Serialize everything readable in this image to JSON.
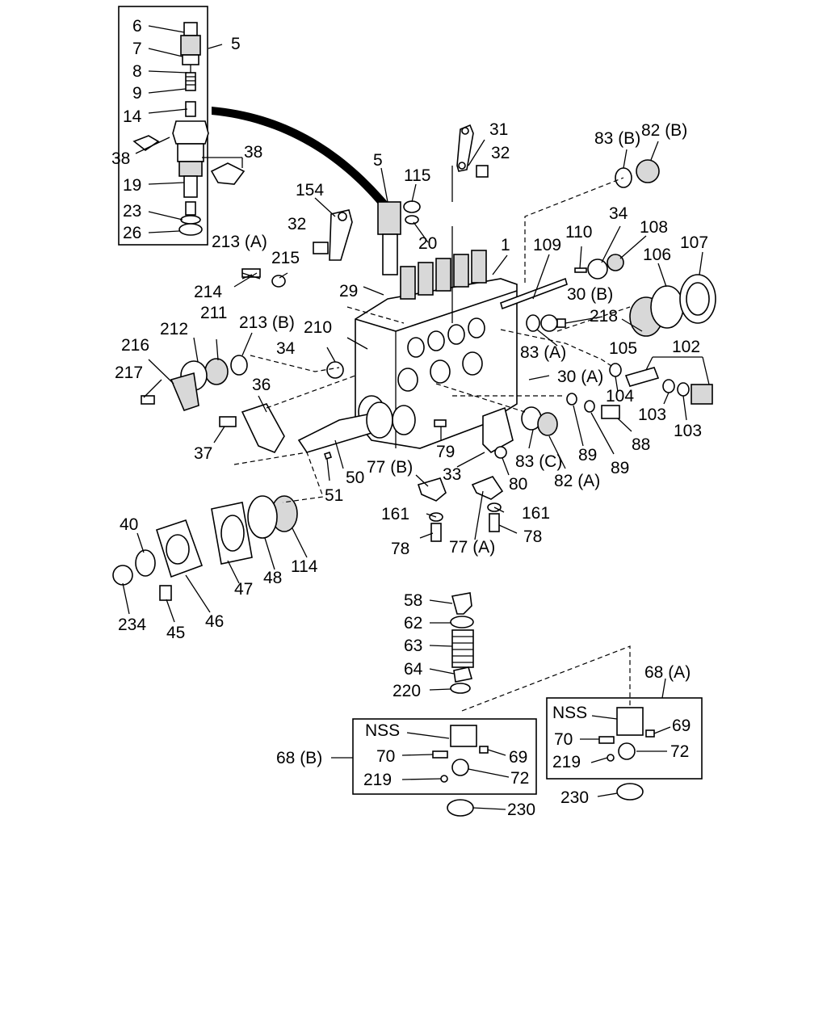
{
  "labels": {
    "l6": "6",
    "l7": "7",
    "l5a": "5",
    "l8": "8",
    "l9": "9",
    "l14": "14",
    "l38a": "38",
    "l38b": "38",
    "l19": "19",
    "l23": "23",
    "l26": "26",
    "l5b": "5",
    "l115": "115",
    "l31": "31",
    "l32a": "32",
    "l154": "154",
    "l32b": "32",
    "l20": "20",
    "l1": "1",
    "l109": "109",
    "l110": "110",
    "l34a": "34",
    "l108": "108",
    "l107": "107",
    "l106": "106",
    "l83b": "83 (B)",
    "l82b": "82 (B)",
    "l213a": "213 (A)",
    "l215": "215",
    "l214": "214",
    "l29": "29",
    "l30b": "30 (B)",
    "l218": "218",
    "l105": "105",
    "l102": "102",
    "l211": "211",
    "l212": "212",
    "l213b": "213 (B)",
    "l210": "210",
    "l216": "216",
    "l34b": "34",
    "l217": "217",
    "l83a": "83 (A)",
    "l30a": "30 (A)",
    "l104": "104",
    "l103a": "103",
    "l103b": "103",
    "l36": "36",
    "l88": "88",
    "l89a": "89",
    "l89b": "89",
    "l37": "37",
    "l79": "79",
    "l83c": "83 (C)",
    "l82a": "82 (A)",
    "l50": "50",
    "l77b": "77 (B)",
    "l33": "33",
    "l80": "80",
    "l51": "51",
    "l161a": "161",
    "l161b": "161",
    "l78a": "78",
    "l78b": "78",
    "l77a": "77 (A)",
    "l40": "40",
    "l114": "114",
    "l47": "47",
    "l48": "48",
    "l46": "46",
    "l234": "234",
    "l45": "45",
    "l58": "58",
    "l62": "62",
    "l63": "63",
    "l64": "64",
    "l220": "220",
    "l68a": "68 (A)",
    "l68b": "68 (B)",
    "nss1": "NSS",
    "l70a": "70",
    "l69a": "69",
    "l219a": "219",
    "l72a": "72",
    "l230a": "230",
    "nss2": "NSS",
    "l70b": "70",
    "l69b": "69",
    "l219b": "219",
    "l72b": "72",
    "l230b": "230"
  }
}
